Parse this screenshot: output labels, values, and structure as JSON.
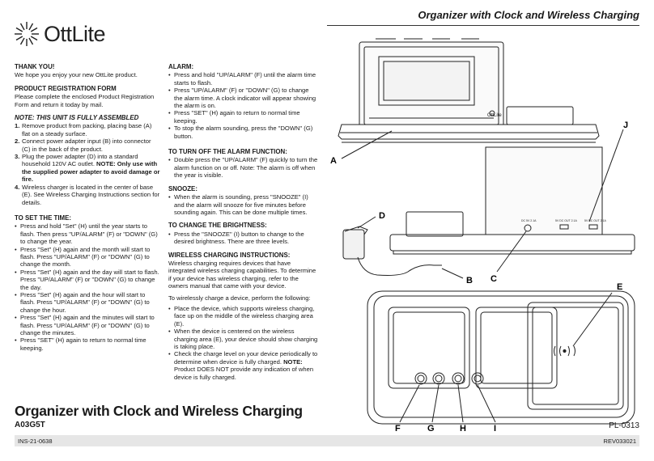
{
  "brand": {
    "name": "OttLite"
  },
  "header": {
    "title": "Organizer with Clock and Wireless Charging"
  },
  "col1": {
    "thanks": "THANK YOU!",
    "thanks_text": "We hope you enjoy your new OttLite product.",
    "reg_title": "PRODUCT REGISTRATION FORM",
    "reg_text": "Please complete the enclosed Product Registration Form and return it today by mail.",
    "note_title": "NOTE: THIS UNIT IS FULLY ASSEMBLED",
    "steps": [
      {
        "num": "1.",
        "text": "Remove product from packing, placing base (A) flat on a steady surface."
      },
      {
        "num": "2.",
        "text": "Connect power adapter input (B) into connector (C) in the back of the product."
      },
      {
        "num": "3.",
        "text": "Plug the power adapter (D) into a standard household 120V AC outlet. ",
        "bold": "NOTE: Only use with the supplied power adapter to avoid damage or fire."
      },
      {
        "num": "4.",
        "text": "Wireless charger is located in the center of base (E). See Wireless Charging Instructions section for details."
      }
    ],
    "time_title": "TO SET THE TIME:",
    "time_items": [
      "Press and hold \"Set\" (H) until the year starts to flash. Then press \"UP/ALARM\" (F) or \"DOWN\" (G) to change the year.",
      "Press \"Set\" (H) again and the month will start to flash. Press \"UP/ALARM\" (F) or \"DOWN\" (G) to change the month.",
      "Press \"Set\" (H) again and the day will start to flash. Press \"UP/ALARM\" (F) or \"DOWN\" (G) to change the day.",
      "Press \"Set\" (H) again and the hour will start to flash. Press \"UP/ALARM\" (F) or \"DOWN\" (G) to change the hour.",
      "Press \"Set\" (H) again and the minutes will start to flash. Press \"UP/ALARM\" (F) or \"DOWN\" (G) to change the minutes.",
      "Press \"SET\" (H) again to return to normal time keeping."
    ]
  },
  "col2": {
    "alarm_title": "ALARM:",
    "alarm_items": [
      "Press and hold \"UP/ALARM\" (F) until the alarm time starts to flash.",
      "Press \"UP/ALARM\" (F) or \"DOWN\" (G) to change the alarm time. A clock indicator will appear showing the alarm is on.",
      "Press \"SET\" (H) again to return to normal time keeping.",
      "To stop the alarm sounding, press the \"DOWN\" (G) button."
    ],
    "off_title": "TO TURN OFF THE ALARM FUNCTION:",
    "off_items": [
      "Double press the \"UP/ALARM\" (F) quickly to turn the alarm function on or off. Note: The alarm is off when the year is visible."
    ],
    "snooze_title": "SNOOZE:",
    "snooze_items": [
      "When the alarm is sounding, press \"SNOOZE\" (I) and the alarm will snooze for five minutes before sounding again. This can be done multiple times."
    ],
    "bright_title": "TO CHANGE THE BRIGHTNESS:",
    "bright_items": [
      "Press the \"SNOOZE\" (I) button to change to the desired brightness. There are three levels."
    ],
    "wc_title": "WIRELESS CHARGING INSTRUCTIONS:",
    "wc_text": "Wireless charging requires devices that have integrated wireless charging capabilities. To determine if your device has wireless charging, refer to the owners manual that came with your device.",
    "wc_how": "To wirelessly charge a device, perform the following:",
    "wc_items": [
      "Place the device, which supports wireless charging, face up on the middle of the wireless charging area (E).",
      "When the device is centered on the wireless charging area (E), your device should show charging is taking place.",
      {
        "text": "Check the charge level on your device periodically to determine when device is fully charged. ",
        "bold": "NOTE:",
        "after": " Product DOES NOT provide any indication of when device is fully charged."
      }
    ]
  },
  "diagram": {
    "labels": [
      "A",
      "B",
      "C",
      "D",
      "E",
      "F",
      "G",
      "H",
      "I",
      "J"
    ],
    "device_logo": "OttLite",
    "port_label": "DC 5V 2.1A",
    "usb_label_1": "5V DC OUT 2.1A",
    "usb_label_2": "5V DC OUT 2.1A"
  },
  "title_block": {
    "title": "Organizer with Clock and Wireless Charging",
    "model": "A03G5T",
    "doc_code": "PL-0313"
  },
  "footer": {
    "left": "INS-21-0638",
    "right": "REV033021"
  }
}
